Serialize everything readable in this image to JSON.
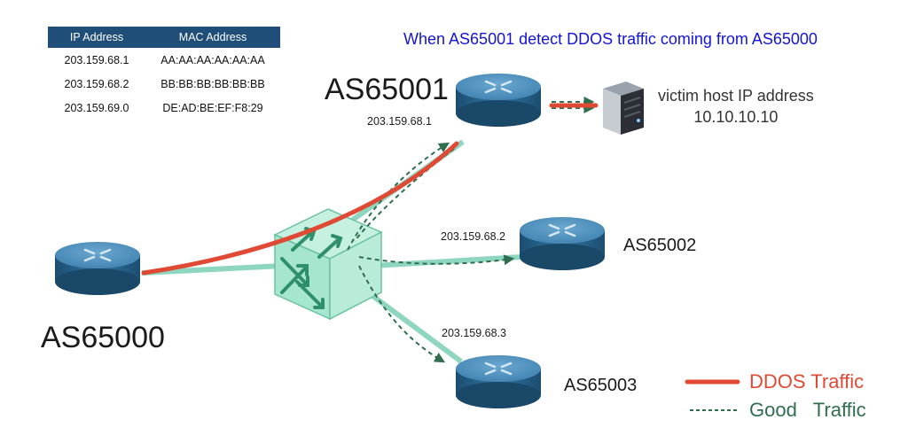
{
  "table": {
    "headers": [
      "IP Address",
      "MAC Address"
    ],
    "rows": [
      [
        "203.159.68.1",
        "AA:AA:AA:AA:AA:AA"
      ],
      [
        "203.159.68.2",
        "BB:BB:BB:BB:BB:BB"
      ],
      [
        "203.159.69.0",
        "DE:AD:BE:EF:F8:29"
      ]
    ]
  },
  "headline": "When AS65001 detect DDOS traffic coming from AS65000",
  "nodes": {
    "as65000": "AS65000",
    "as65001": "AS65001",
    "as65002": "AS65002",
    "as65003": "AS65003"
  },
  "ips": {
    "as65001": "203.159.68.1",
    "as65002": "203.159.68.2",
    "as65003": "203.159.68.3"
  },
  "victim": {
    "line1": "victim host IP address",
    "line2": "10.10.10.10"
  },
  "legend": {
    "ddos": "DDOS Traffic",
    "good": "Good   Traffic"
  },
  "colors": {
    "ddos": "#e04a35",
    "good": "#2f6e4f",
    "link": "#8fd6c0",
    "router": "#2f6f9a",
    "header_bg": "#1f4e79",
    "headline": "#1414d6"
  }
}
